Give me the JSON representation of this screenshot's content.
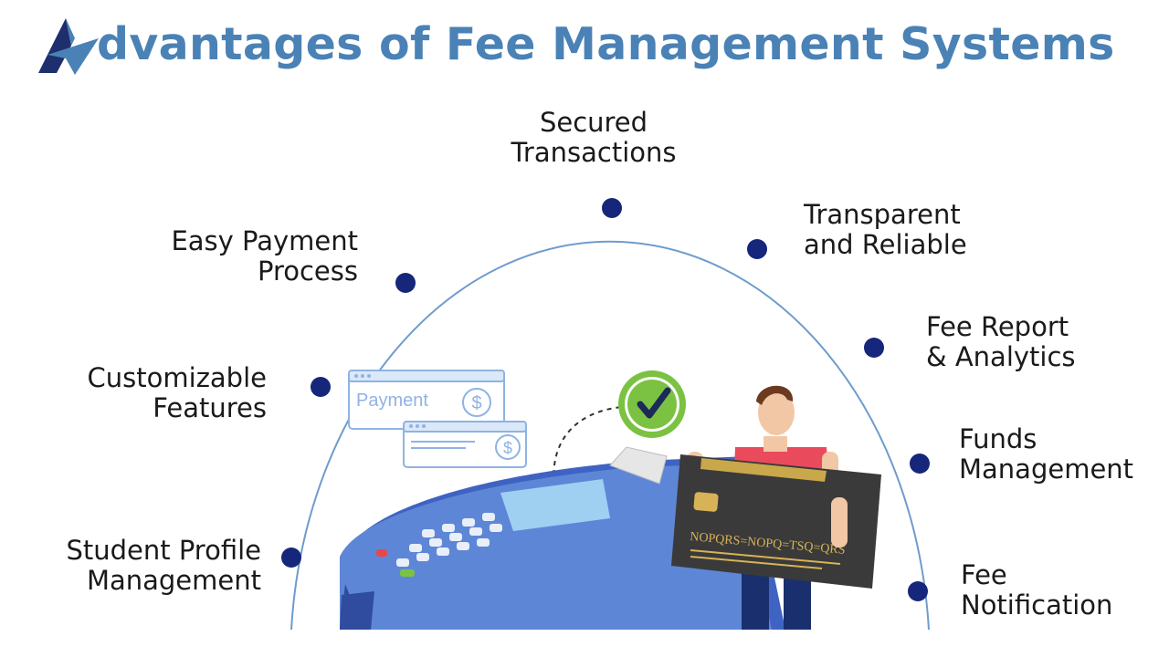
{
  "header": {
    "title": "dvantages of Fee Management Systems",
    "logo_letter": "A"
  },
  "benefits": [
    {
      "line1": "Secured",
      "line2": "Transactions"
    },
    {
      "line1": "Transparent",
      "line2": "and Reliable"
    },
    {
      "line1": "Fee Report",
      "line2": "& Analytics"
    },
    {
      "line1": "Funds",
      "line2": "Management"
    },
    {
      "line1": "Fee",
      "line2": "Notification"
    },
    {
      "line1": "Easy Payment",
      "line2": "Process"
    },
    {
      "line1": "Customizable",
      "line2": "Features"
    },
    {
      "line1": "Student Profile",
      "line2": "Management"
    }
  ],
  "illustration": {
    "payment_card_label": "Payment",
    "currency_symbol": "$",
    "credit_card_text": "NOPQRS=NOPQ=TSQ=QRS"
  },
  "colors": {
    "title": "#4a82b6",
    "dot": "#16267a",
    "arc": "#6e9ccc",
    "terminal": "#5d87d6",
    "check": "#7cc242"
  }
}
